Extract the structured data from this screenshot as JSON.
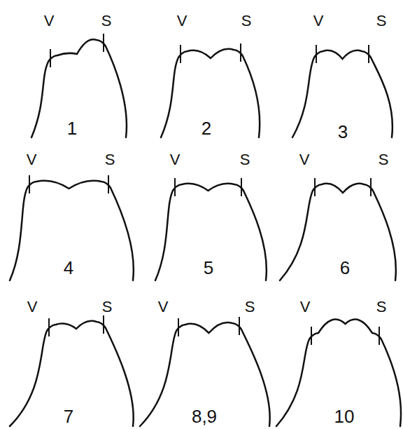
{
  "diagram": {
    "labels": [
      "V",
      "S",
      "1",
      "V",
      "S",
      "2",
      "V",
      "S",
      "3",
      "V",
      "S",
      "4",
      "V",
      "S",
      "5",
      "V",
      "S",
      "6",
      "V",
      "S",
      "7",
      "V",
      "S",
      "8,9",
      "V",
      "S",
      "10"
    ]
  }
}
